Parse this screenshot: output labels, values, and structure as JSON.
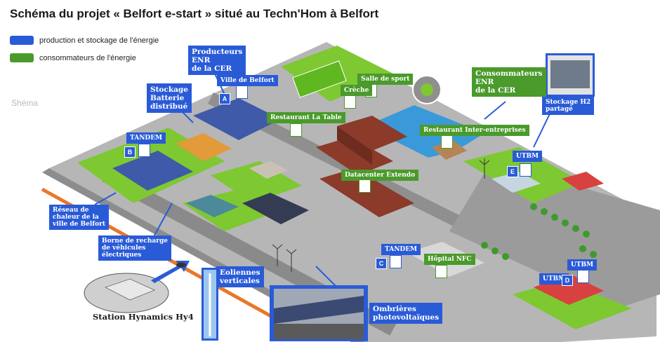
{
  "title": "Schéma du projet « Belfort e-start »  situé au Techn'Hom à Belfort",
  "watermark": "Shéma",
  "legend": [
    {
      "label": "production et stockage de l'énergie",
      "color": "#2a5bd7"
    },
    {
      "label": "consommateurs de l'énergie",
      "color": "#4a9a2c"
    }
  ],
  "labels": {
    "producteurs": [
      "Producteurs",
      "ENR",
      "de la CER"
    ],
    "ville_belfort": "Ville de Belfort",
    "stockage_batterie": [
      "Stockage",
      "Batterie",
      "distribué"
    ],
    "tandem_b": "TANDEM",
    "restaurant_la_table": "Restaurant La Table",
    "salle_de_sport": "Salle de sport",
    "creche": "Crèche",
    "consommateurs": [
      "Consommateurs",
      "ENR",
      "de la CER"
    ],
    "restaurant_inter": "Restaurant Inter-entreprises",
    "stockage_h2": [
      "Stockage H2",
      "partagé"
    ],
    "utbm_e": "UTBM",
    "datacenter": "Datacenter Extendo",
    "reseau_chaleur": [
      "Réseau de",
      "chaleur de la",
      "ville de Belfort"
    ],
    "borne_recharge": [
      "Borne de recharge",
      "de véhicules",
      "électriques"
    ],
    "tandem_c": "TANDEM",
    "hopital": "Hôpital NFC",
    "utbm_d1": "UTBM",
    "utbm_d2": "UTBM",
    "eoliennes": [
      "Eoliennes",
      "verticales"
    ],
    "ombrieres": [
      "Ombrières",
      "photovoltaïques"
    ],
    "station": "Station Hynamics Hy4"
  },
  "badges": {
    "a": "A",
    "b": "B",
    "c": "C",
    "d": "D",
    "e": "E"
  },
  "colors": {
    "production": "#2a5bd7",
    "consumer": "#4a9a2c",
    "grass": "#7ec832",
    "road": "#a7a7a7",
    "water": "#3a9ad9"
  }
}
